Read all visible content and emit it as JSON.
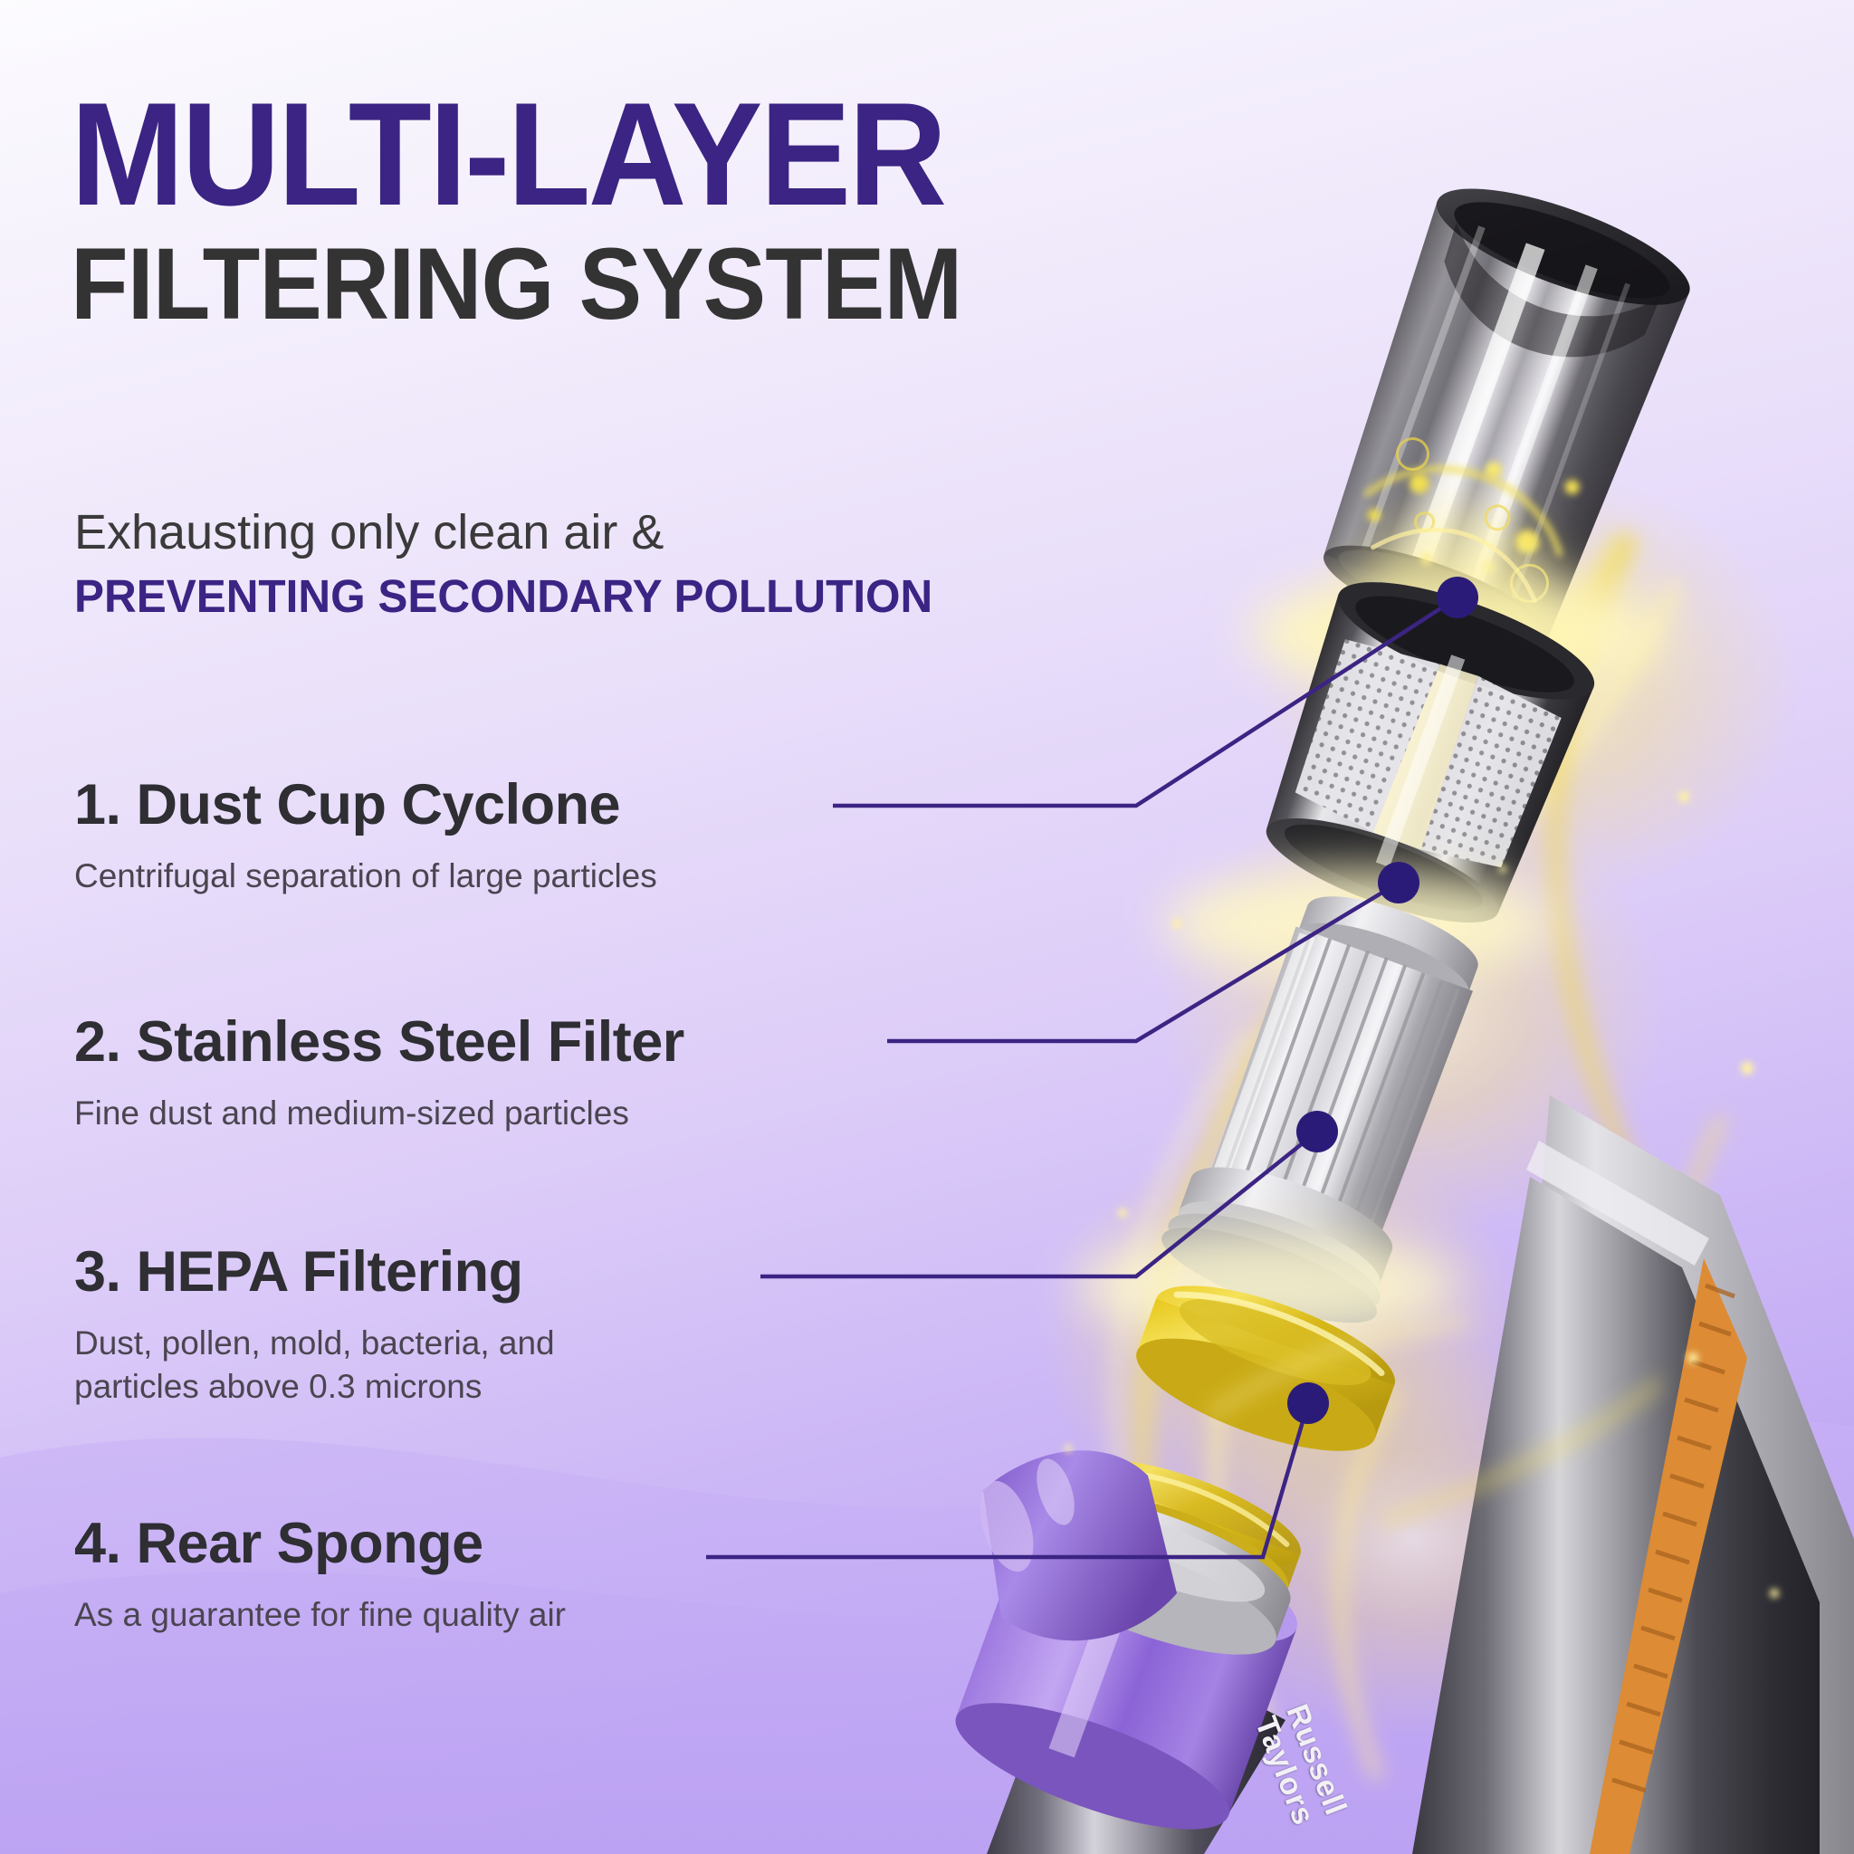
{
  "headline": {
    "line1": "MULTI-LAYER",
    "line2": "FILTERING SYSTEM"
  },
  "subheading": {
    "line1": "Exhausting only clean air &",
    "line2": "PREVENTING SECONDARY POLLUTION"
  },
  "items": [
    {
      "heading": "1. Dust Cup Cyclone",
      "description": "Centrifugal separation of large particles"
    },
    {
      "heading": "2. Stainless Steel Filter",
      "description": "Fine dust and medium-sized particles"
    },
    {
      "heading": "3. HEPA Filtering",
      "description": "Dust, pollen, mold, bacteria, and\nparticles above 0.3 microns"
    },
    {
      "heading": "4. Rear Sponge",
      "description": "As a guarantee for fine quality air"
    }
  ],
  "product": {
    "brand_line1": "Russell",
    "brand_line2": "Taylors"
  },
  "colors": {
    "deep_purple": "#3B2483",
    "charcoal": "#333333",
    "body_text": "#4A4550",
    "bg_top": "#FAF8FE",
    "bg_bottom": "#C0A8F4",
    "accent_purple": "#9B6FE0",
    "glow_yellow": "#F5E25A",
    "marker_navy": "#2B1B78",
    "orange": "#E08A38"
  }
}
